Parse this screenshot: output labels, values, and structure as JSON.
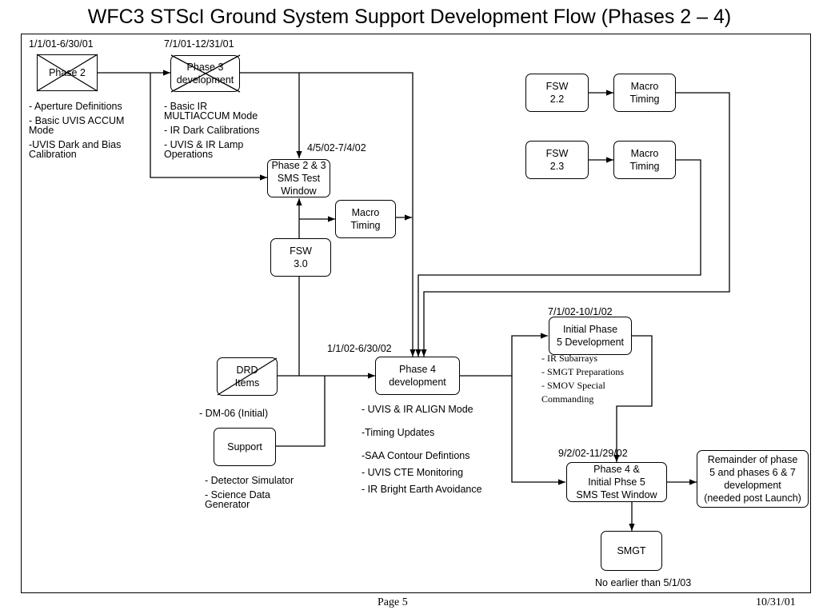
{
  "title": "WFC3 STScI Ground System Support Development Flow (Phases 2 – 4)",
  "dates": {
    "phase2": "1/1/01-6/30/01",
    "phase3": "7/1/01-12/31/01",
    "sms23": "4/5/02-7/4/02",
    "phase4": "1/1/02-6/30/02",
    "phase5": "7/1/02-10/1/02",
    "sms45": "9/2/02-11/29/02"
  },
  "boxes": {
    "phase2": "Phase 2",
    "phase3": "Phase 3\ndevelopment",
    "sms23": "Phase 2 & 3\nSMS Test\nWindow",
    "macro_mid": "Macro\nTiming",
    "fsw30": "FSW\n3.0",
    "fsw22": "FSW\n2.2",
    "macro22": "Macro\nTiming",
    "fsw23": "FSW\n2.3",
    "macro23": "Macro\nTiming",
    "drd": "DRD\nItems",
    "phase4": "Phase 4\ndevelopment",
    "support": "Support",
    "phase5": "Initial Phase\n5 Development",
    "sms45": "Phase 4 &\nInitial Phse 5\nSMS Test Window",
    "remainder": "Remainder of phase\n5 and phases  6 & 7\ndevelopment\n(needed post Launch)",
    "smgt": "SMGT"
  },
  "notes": {
    "phase2": [
      "- Aperture Definitions",
      "- Basic UVIS ACCUM\nMode",
      "-UVIS Dark and Bias\nCalibration"
    ],
    "phase3": [
      "- Basic IR\nMULTIACCUM Mode",
      "- IR Dark Calibrations",
      "- UVIS & IR Lamp\nOperations"
    ],
    "drd": [
      "- DM-06 (Initial)"
    ],
    "phase4": [
      "- UVIS & IR ALIGN Mode",
      "-Timing Updates",
      "-SAA Contour Defintions",
      "- UVIS CTE Monitoring",
      "- IR Bright Earth Avoidance"
    ],
    "support": [
      "- Detector Simulator",
      "- Science Data\nGenerator"
    ],
    "phase5": [
      "- IR Subarrays",
      "- SMGT Preparations",
      "- SMOV Special\n   Commanding"
    ]
  },
  "smgt_note": "No earlier than 5/1/03",
  "footer": {
    "page": "Page 5",
    "date": "10/31/01"
  }
}
